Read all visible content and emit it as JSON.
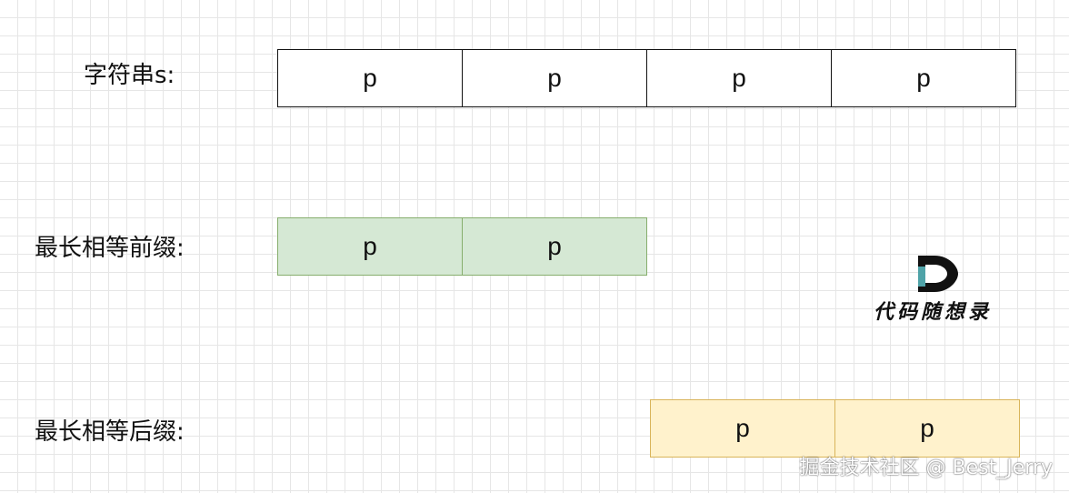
{
  "rows": {
    "string": {
      "label": "字符串s:",
      "cells": [
        "p",
        "p",
        "p",
        "p"
      ]
    },
    "prefix": {
      "label": "最长相等前缀:",
      "cells": [
        "p",
        "p"
      ]
    },
    "suffix": {
      "label": "最长相等后缀:",
      "cells": [
        "p",
        "p"
      ]
    }
  },
  "colors": {
    "prefix_fill": "#d5e8d4",
    "prefix_border": "#86ae6c",
    "suffix_fill": "#fff2cc",
    "suffix_border": "#d9b45a",
    "logo_accent": "#4fa3a8"
  },
  "logo": {
    "icon": "d-letter-logo-icon",
    "text": "代码随想录"
  },
  "watermark": "掘金技术社区 @ Best_Jerry"
}
